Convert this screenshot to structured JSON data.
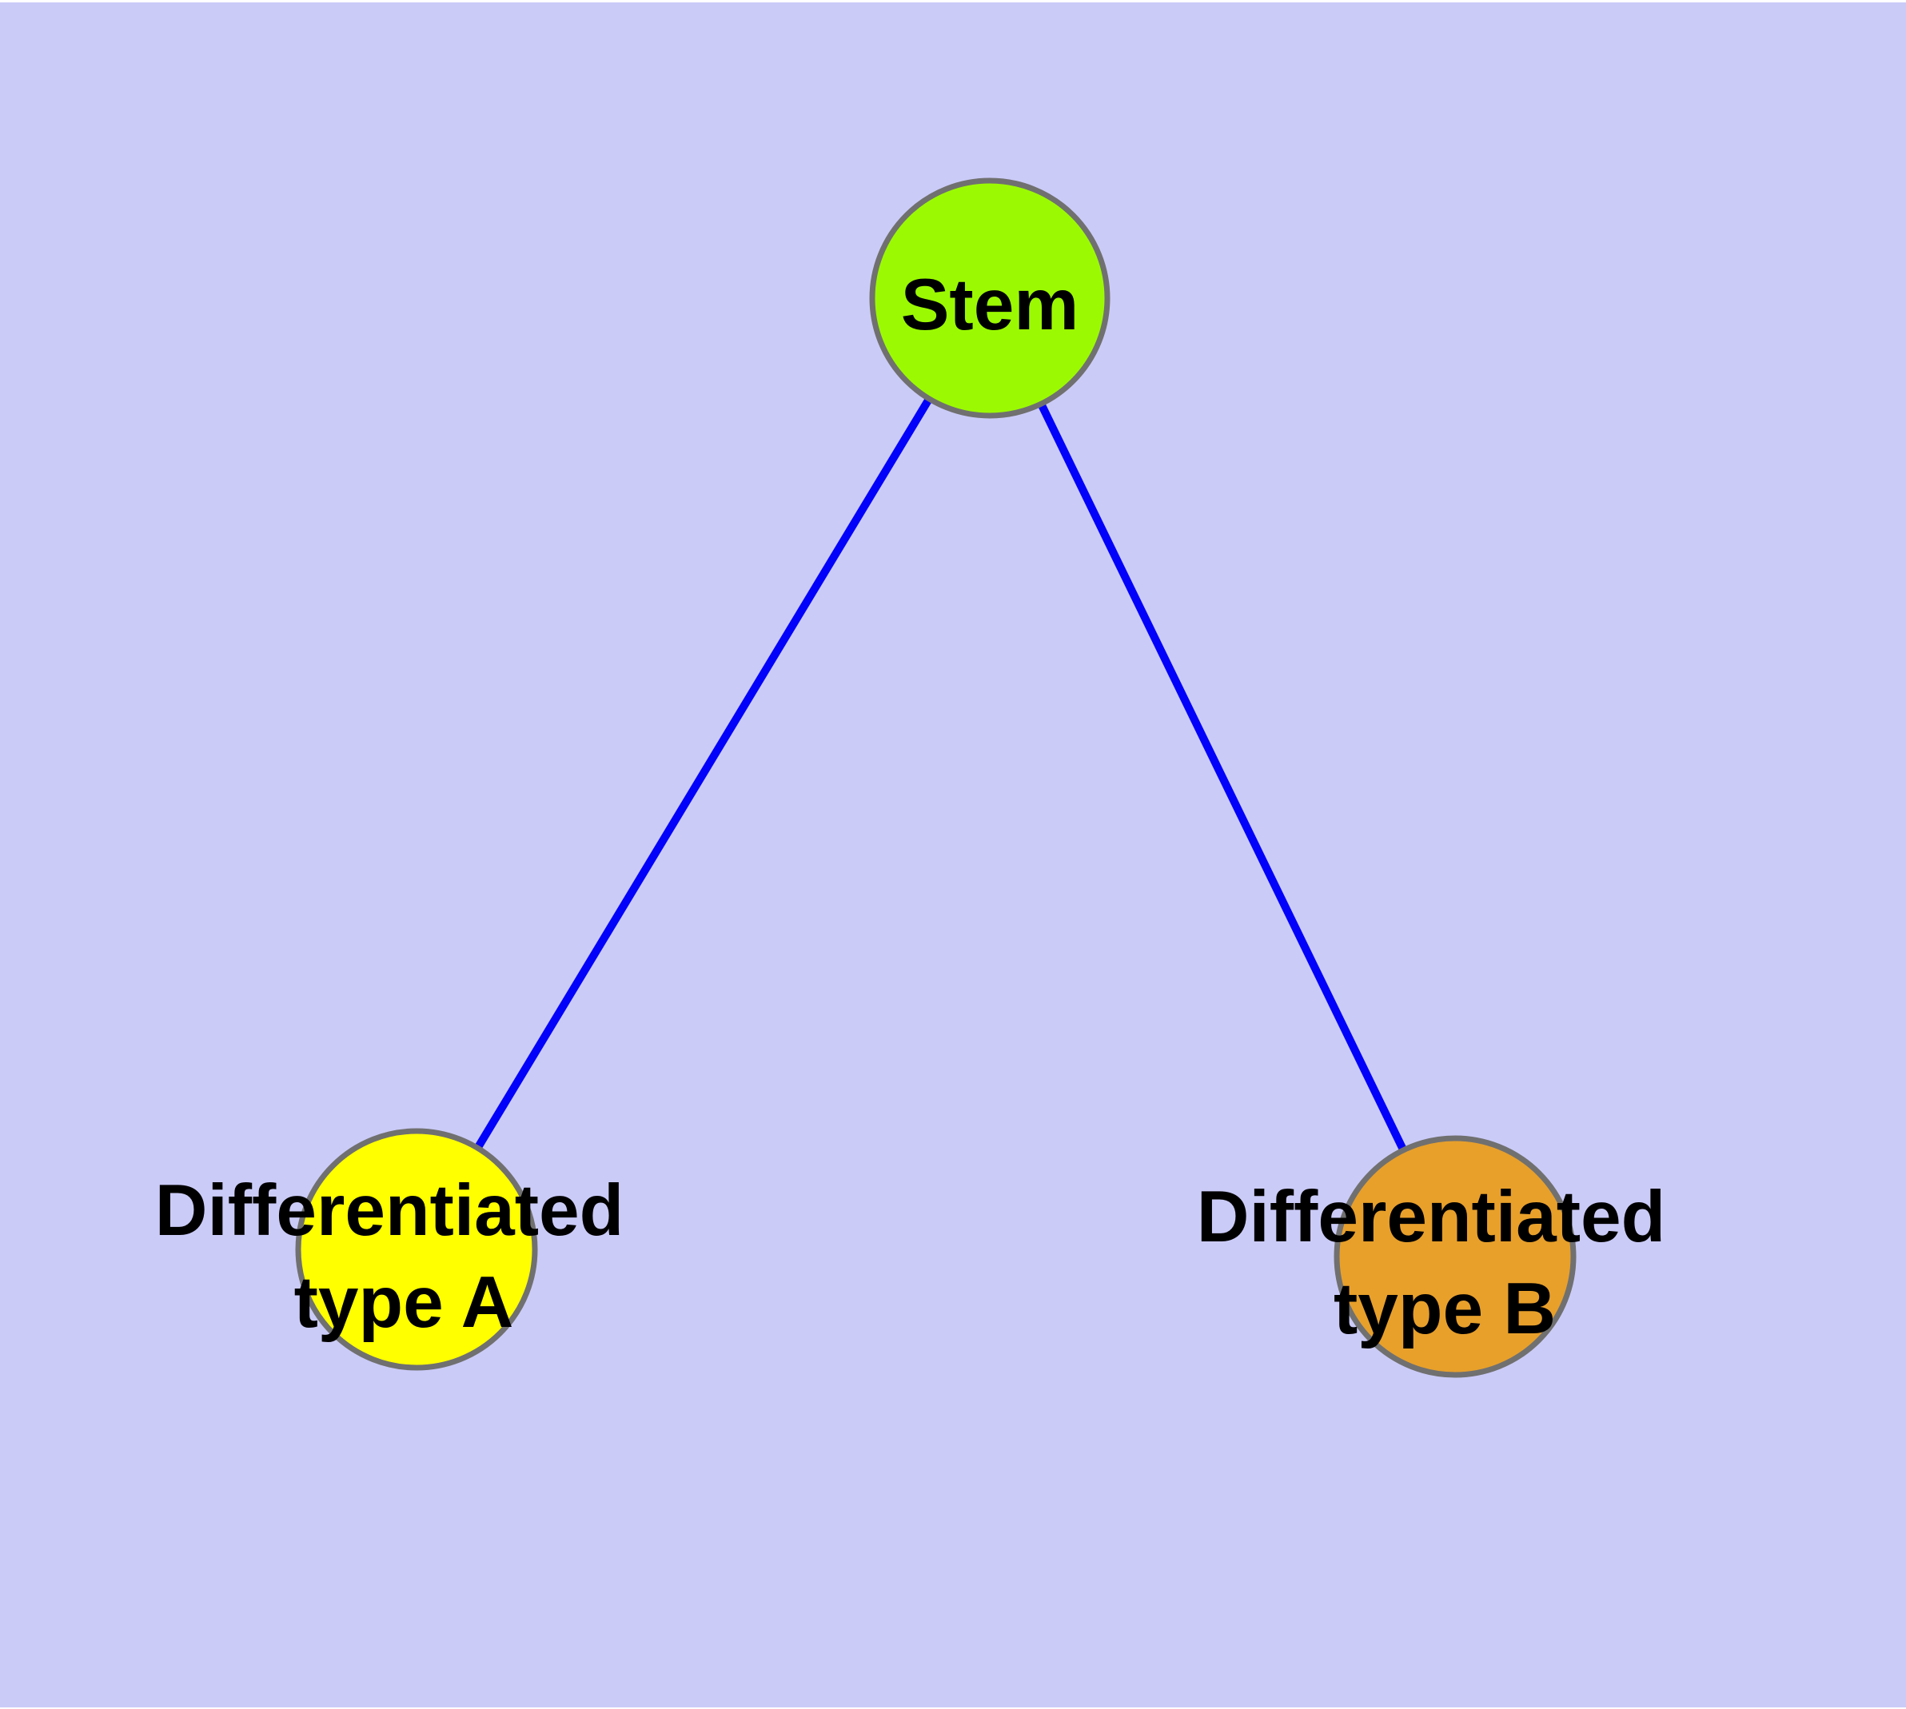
{
  "canvas": {
    "background_color": "#CBCBF8",
    "margin_color": "#FFFFFF"
  },
  "graph": {
    "label_color": "#000000",
    "nodes": [
      {
        "id": "stem",
        "label": "Stem",
        "fill": "#9BFA02",
        "border": "#707070"
      },
      {
        "id": "type-a",
        "label": "Differentiated type A",
        "label_line1": "Differentiated",
        "label_line2": "type A",
        "fill": "#FFFF00",
        "border": "#707070"
      },
      {
        "id": "type-b",
        "label": "Differentiated type B",
        "label_line1": "Differentiated",
        "label_line2": "type B",
        "fill": "#E8A02B",
        "border": "#707070"
      }
    ],
    "edges": [
      {
        "from": "Stem",
        "to": "Differentiated type A",
        "color": "#0202FA"
      },
      {
        "from": "Stem",
        "to": "Differentiated type B",
        "color": "#0202FA"
      }
    ]
  }
}
